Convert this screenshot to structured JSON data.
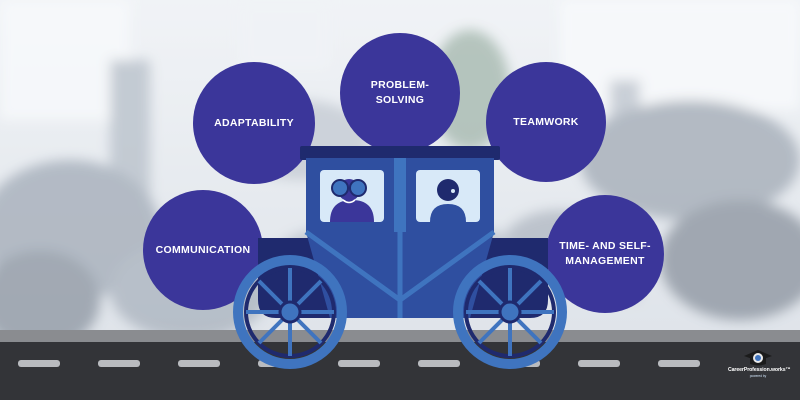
{
  "skills": [
    {
      "label": "ADAPTABILITY"
    },
    {
      "label": "PROBLEM-\nSOLVING"
    },
    {
      "label": "TEAMWORK"
    },
    {
      "label": "COMMUNICATION"
    },
    {
      "label": "TIME- AND SELF-\nMANAGEMENT"
    }
  ],
  "logo": {
    "name": "CareerProfession.works™",
    "tagline": "powered by"
  },
  "colors": {
    "circle": "#3b369a",
    "carriage_dark": "#1f2a6e",
    "carriage_mid": "#2f4fa0",
    "carriage_light": "#3f74bf",
    "road": "#333438",
    "lane": "#b9bbbf"
  },
  "icons": [
    "binoculars-person-icon",
    "person-icon",
    "graduation-cap-icon"
  ]
}
